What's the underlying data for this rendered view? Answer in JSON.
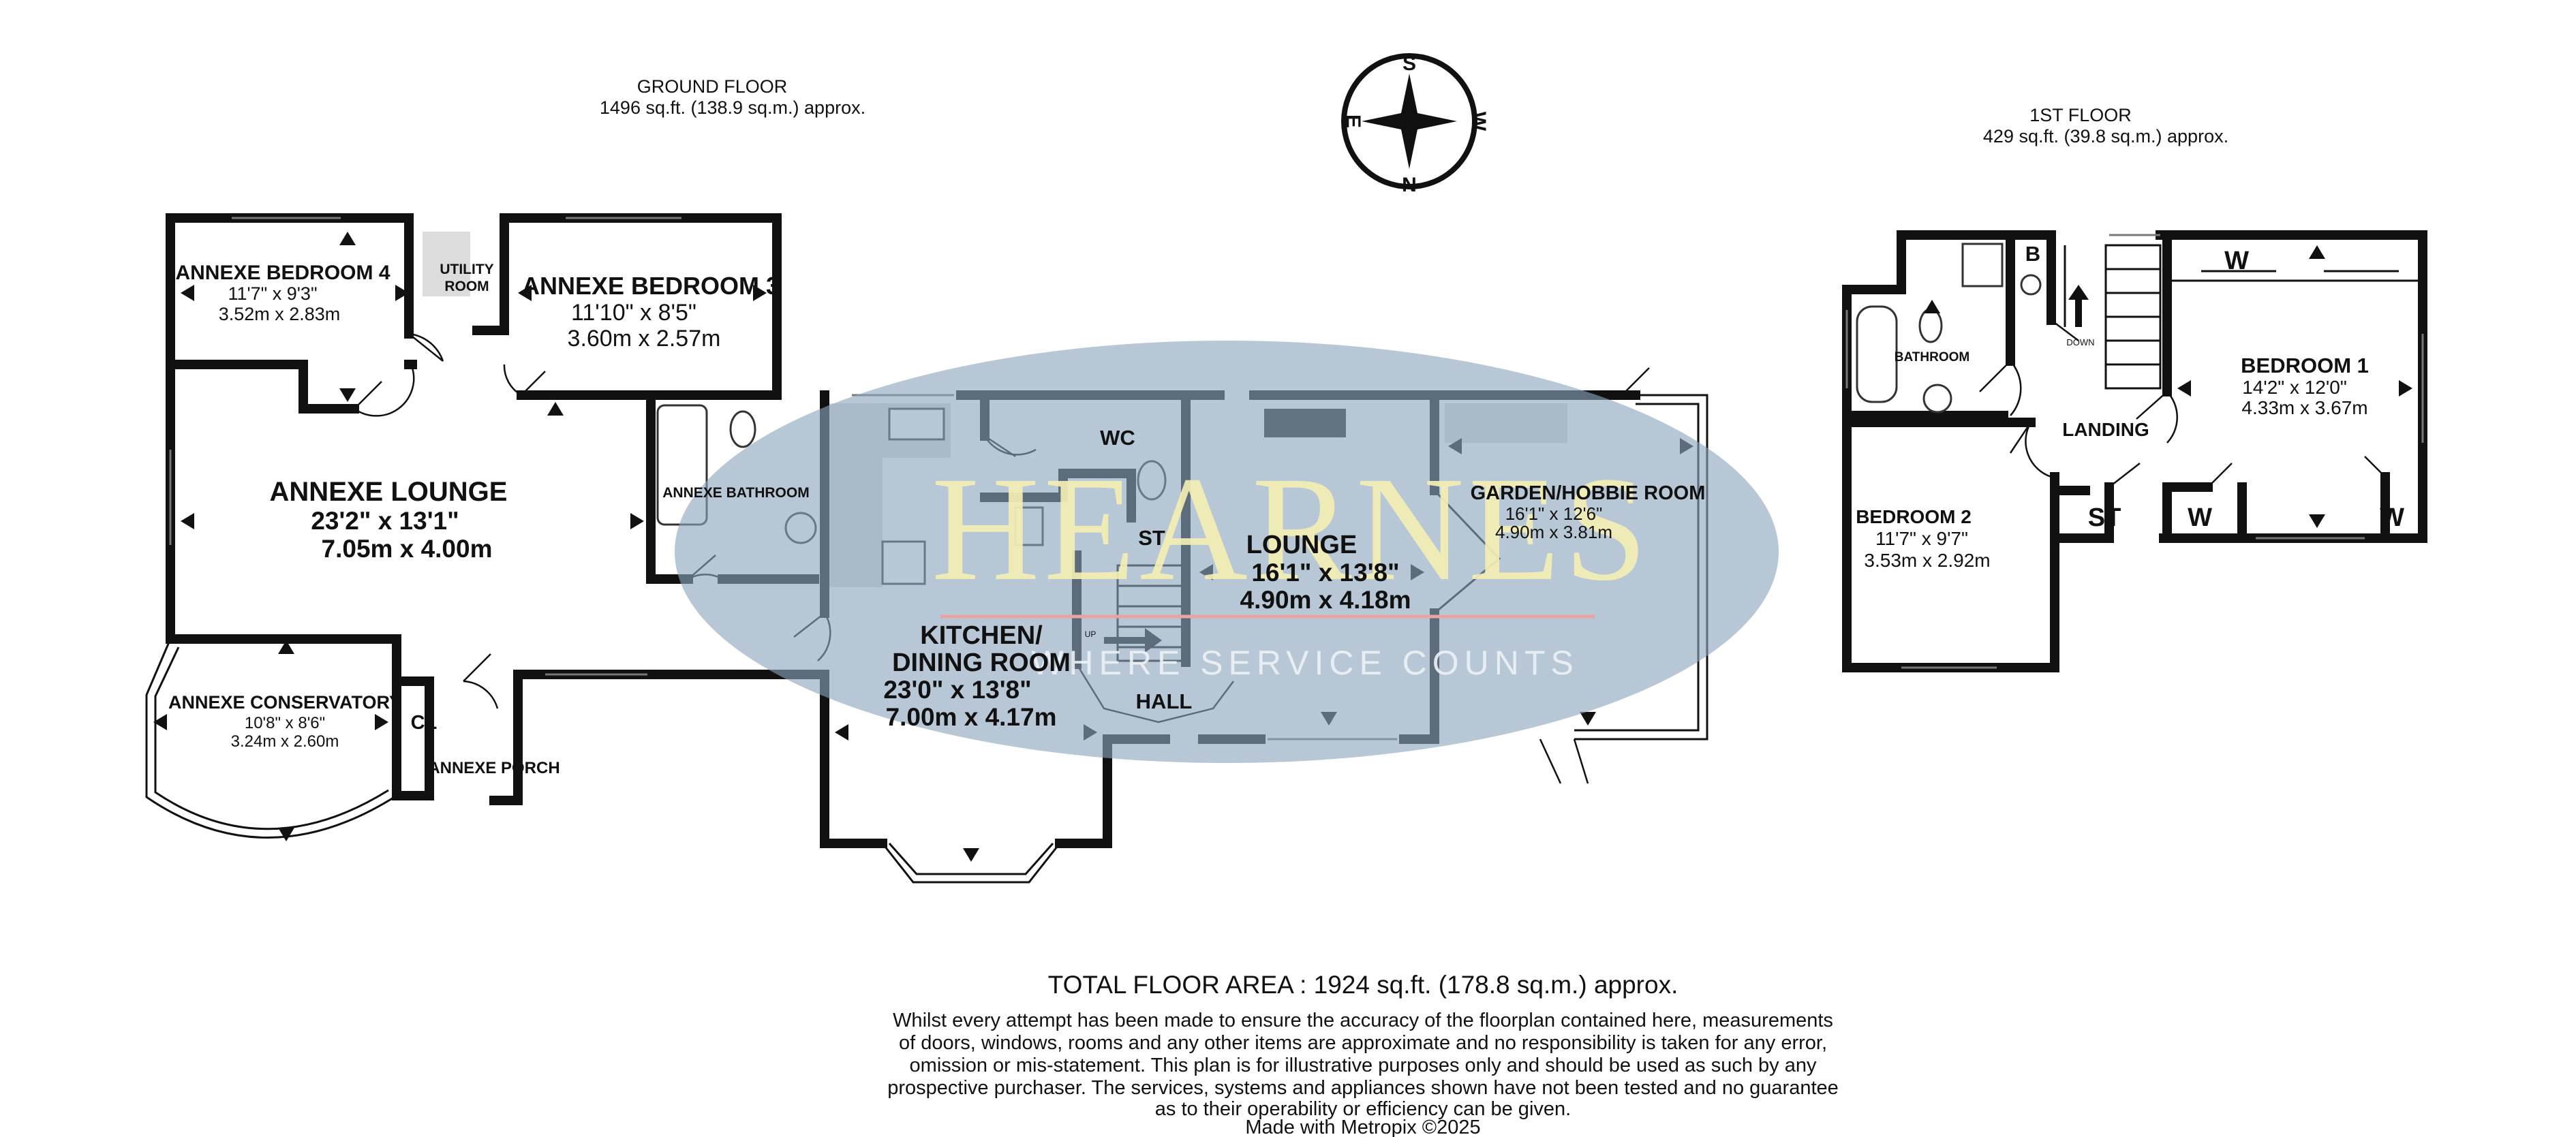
{
  "header": {
    "ground_floor": {
      "title": "GROUND FLOOR",
      "area": "1496 sq.ft. (138.9 sq.m.) approx."
    },
    "first_floor": {
      "title": "1ST FLOOR",
      "area": "429 sq.ft. (39.8 sq.m.) approx."
    }
  },
  "compass": {
    "n": "N",
    "s": "S",
    "e": "E",
    "w": "W"
  },
  "watermark": {
    "brand": "HEARNES",
    "tagline": "WHERE SERVICE COUNTS"
  },
  "rooms": {
    "annexe_bed4": {
      "name": "ANNEXE BEDROOM 4",
      "imperial": "11'7\"  x 9'3\"",
      "metric": "3.52m  x 2.83m"
    },
    "utility": {
      "line1": "UTILITY",
      "line2": "ROOM"
    },
    "annexe_bed3": {
      "name": "ANNEXE BEDROOM 3",
      "imperial": "11'10\"  x 8'5\"",
      "metric": "3.60m  x 2.57m"
    },
    "annexe_lounge": {
      "name": "ANNEXE LOUNGE",
      "imperial": "23'2\"  x 13'1\"",
      "metric": "7.05m  x 4.00m"
    },
    "annexe_bathroom": {
      "name": "ANNEXE BATHROOM"
    },
    "annexe_conservatory": {
      "name": "ANNEXE CONSERVATORY",
      "imperial": "10'8\"  x 8'6\"",
      "metric": "3.24m  x 2.60m"
    },
    "cl": {
      "name": "CL"
    },
    "annexe_porch": {
      "name": "ANNEXE PORCH"
    },
    "kitchen": {
      "line1": "KITCHEN/",
      "line2": "DINING ROOM",
      "imperial": "23'0\"  x 13'8\"",
      "metric": "7.00m  x 4.17m"
    },
    "wc": {
      "name": "WC"
    },
    "st_ground": {
      "name": "ST"
    },
    "up": {
      "name": "UP"
    },
    "hall": {
      "name": "HALL"
    },
    "lounge": {
      "name": "LOUNGE",
      "imperial": "16'1\"  x 13'8\"",
      "metric": "4.90m  x 4.18m"
    },
    "garden_room": {
      "name": "GARDEN/HOBBIE ROOM",
      "imperial": "16'1\"  x 12'6\"",
      "metric": "4.90m  x 3.81m"
    },
    "bathroom": {
      "name": "BATHROOM"
    },
    "b": {
      "name": "B"
    },
    "down": {
      "name": "DOWN"
    },
    "landing": {
      "name": "LANDING"
    },
    "bedroom1": {
      "name": "BEDROOM 1",
      "imperial": "14'2\"  x 12'0\"",
      "metric": "4.33m  x 3.67m"
    },
    "w_top": {
      "name": "W"
    },
    "bedroom2": {
      "name": "BEDROOM 2",
      "imperial": "11'7\"  x 9'7\"",
      "metric": "3.53m  x 2.92m"
    },
    "st_first": {
      "name": "ST"
    },
    "w1": {
      "name": "W"
    },
    "w2": {
      "name": "W"
    }
  },
  "footer": {
    "total": "TOTAL FLOOR AREA : 1924 sq.ft. (178.8 sq.m.) approx.",
    "disclaimer": [
      "Whilst every attempt has been made to ensure the accuracy of the floorplan contained here, measurements",
      "of doors, windows, rooms and any other items are approximate and no responsibility is taken for any error,",
      "omission or mis-statement. This plan is for illustrative purposes only and should be used as such by any",
      "prospective purchaser. The services, systems and appliances shown have not been tested and no guarantee",
      "as to their operability or efficiency can be given."
    ],
    "made_with": "Made with Metropix ©2025"
  },
  "colors": {
    "watermark_oval": "#8aa4bd",
    "brand_text": "#f6f0b4",
    "tagline": "#eef2f6",
    "walls": "#111111",
    "fixture_grey": "#dcdcdc"
  }
}
